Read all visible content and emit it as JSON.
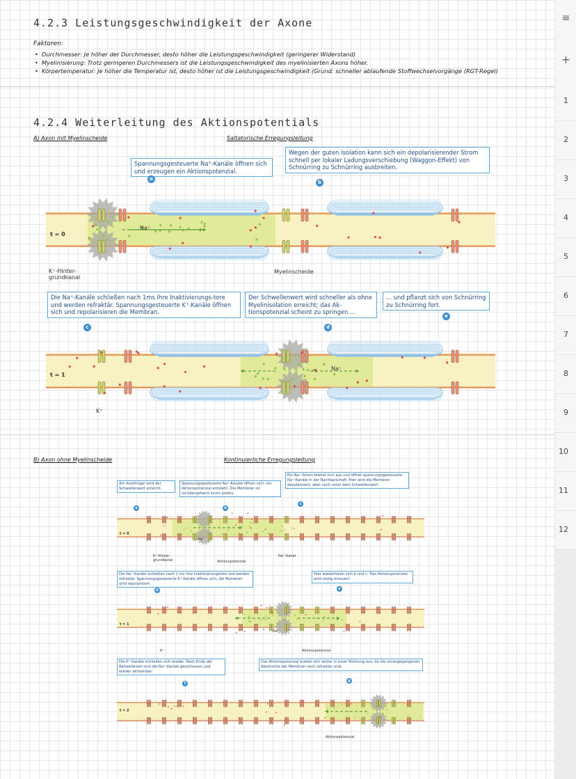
{
  "section1": {
    "title": "4.2.3 Leistungsgeschwindigkeit der Axone",
    "factors_label": "Faktoren:",
    "factors": [
      "Durchmesser: Je höher der Durchmesser, desto höher die Leistungsgeschwindigkeit (geringerer Widerstand)",
      "Myelinisierung: Trotz geringeren Durchmessers ist die Leistungsgeschwindigkeit des myelinisierten Axons höher.",
      "Körpertemperatur: Je höher die Temperatur ist, desto höher ist die Leistungsgeschwindigkeit (Grund: schneller ablaufende Stoffwechselvorgänge (RGT-Regel)"
    ]
  },
  "section2": {
    "title": "4.2.4 Weiterleitung des Aktionspotentials",
    "label_a": "A) Axon mit Myelinscheide",
    "label_a_type": "Saltatorische Erregungsleitung",
    "label_b": "B) Axon ohne Myelinscheide",
    "label_b_type": "Kontinuierliche Erregungsleitung"
  },
  "figure_a": {
    "callouts": {
      "a": "Spannungsgesteuerte Na⁺-Kanäle öffnen sich und erzeugen ein Aktionspotenzial.",
      "b": "Wegen der guten Isolation kann sich ein depolarisierender Strom schnell per lokaler Ladungsverschiebung (Waggon-Effekt) von Schnürring zu Schnürring ausbreiten.",
      "c": "Die Na⁺-Kanäle schließen nach 1ms ihre Inaktivierungs-tore und werden refraktär. Spannungsgesteuerte K⁺-Kanäle öffnen sich und repolarisieren die Membran.",
      "d": "Der Schwellenwert wird schneller als ohne Myelinisolation erreicht; das Ak-tionspotenzial scheint zu springen ...",
      "e": "... und pflanzt sich von Schnürring zu Schnürring fort."
    },
    "badges": [
      "a",
      "b",
      "c",
      "d",
      "e"
    ],
    "t0": "t = 0",
    "t1": "t = 1",
    "na": "Na⁺",
    "k": "K⁺",
    "k_channel": "K⁺-Hinter-grundkanal",
    "myelin": "Myelinscheide"
  },
  "figure_b": {
    "callouts": {
      "a": "Am Axonhügel wird der Schwellenwert erreicht.",
      "b": "Spannungsgesteuerte Na⁺-Kanäle öffnen sich; ein Aktionspotenzial entsteht. Die Membran ist vorübergehend innen positiv.",
      "c": "Ein Na⁺-Strom breitet sich aus und öffnet spannungsgesteuerte Na⁺-Kanäle in der Nachbarschaft. Hier wird die Membran depolarisiert, aber noch unter dem Schwellenwert.",
      "d": "Die Na⁺-Kanäle schließen nach 1 ms ihre Inaktivierungstore und werden refraktär. Spannungsgesteuerte K⁺-Kanäle öffnen sich, die Membran wird repolarisiert.",
      "e": "Hier wiederholen sich b und c. Das Aktionspotenzial wird stetig erneuert.",
      "f": "Die K⁺-Kanäle schließen sich wieder. Nach Ende der Refraktärzeit sind die Na⁺-Kanäle geschlossen und wieder aktivierbar.",
      "g": "Das Aktionspotenzial breitet sich weiter in einer Richtung aus, da die vorangegangenen Abschnitte der Membran noch refraktär sind."
    },
    "badges": [
      "a",
      "b",
      "c",
      "d",
      "e",
      "f",
      "g"
    ],
    "t0": "t = 0",
    "t1": "t = 1",
    "t2": "t = 2",
    "na": "Na⁺",
    "k": "K⁺",
    "k_channel": "K⁺-Hinter-grundkanal",
    "na_channel": "Na⁺-Kanal",
    "ap": "Aktionspotenzial"
  },
  "sidebar": {
    "menu_icon": "≡",
    "add_icon": "+",
    "pages": [
      "1",
      "2",
      "3",
      "4",
      "5",
      "6",
      "7",
      "8",
      "9",
      "10",
      "11",
      "12"
    ]
  }
}
